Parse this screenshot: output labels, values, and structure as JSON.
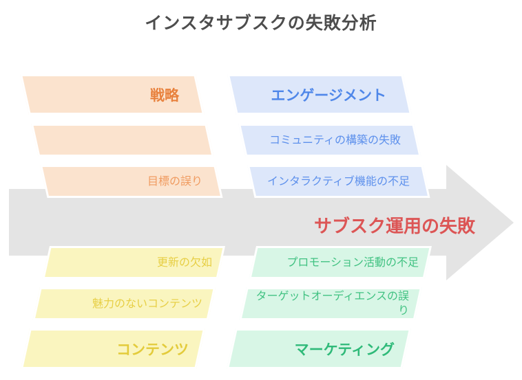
{
  "title": "インスタサブスクの失敗分析",
  "title_color": "#4D4D4D",
  "spine": {
    "label": "サブスク運用の失敗",
    "label_color": "#DC5555",
    "arrow_color": "#E4E4E4"
  },
  "branches": [
    {
      "id": "strategy",
      "position": "top-left",
      "category": "戦略",
      "fill": "#FBE3CE",
      "category_color": "#E8823E",
      "item_color": "#F09B60",
      "items": [
        "",
        "目標の誤り"
      ]
    },
    {
      "id": "engagement",
      "position": "top-right",
      "category": "エンゲージメント",
      "fill": "#DDE7FA",
      "category_color": "#4F87E9",
      "item_color": "#5D90EC",
      "items": [
        "コミュニティの構築の失敗",
        "インタラクティブ機能の不足"
      ]
    },
    {
      "id": "content",
      "position": "bottom-left",
      "category": "コンテンツ",
      "fill": "#FAF5BF",
      "category_color": "#E3CB3B",
      "item_color": "#E7CF45",
      "items": [
        "更新の欠如",
        "魅力のないコンテンツ"
      ]
    },
    {
      "id": "marketing",
      "position": "bottom-right",
      "category": "マーケティング",
      "fill": "#D8F6E6",
      "category_color": "#2FBA79",
      "item_color": "#41C282",
      "items": [
        "プロモーション活動の不足",
        "ターゲットオーディエンスの誤り"
      ]
    }
  ]
}
